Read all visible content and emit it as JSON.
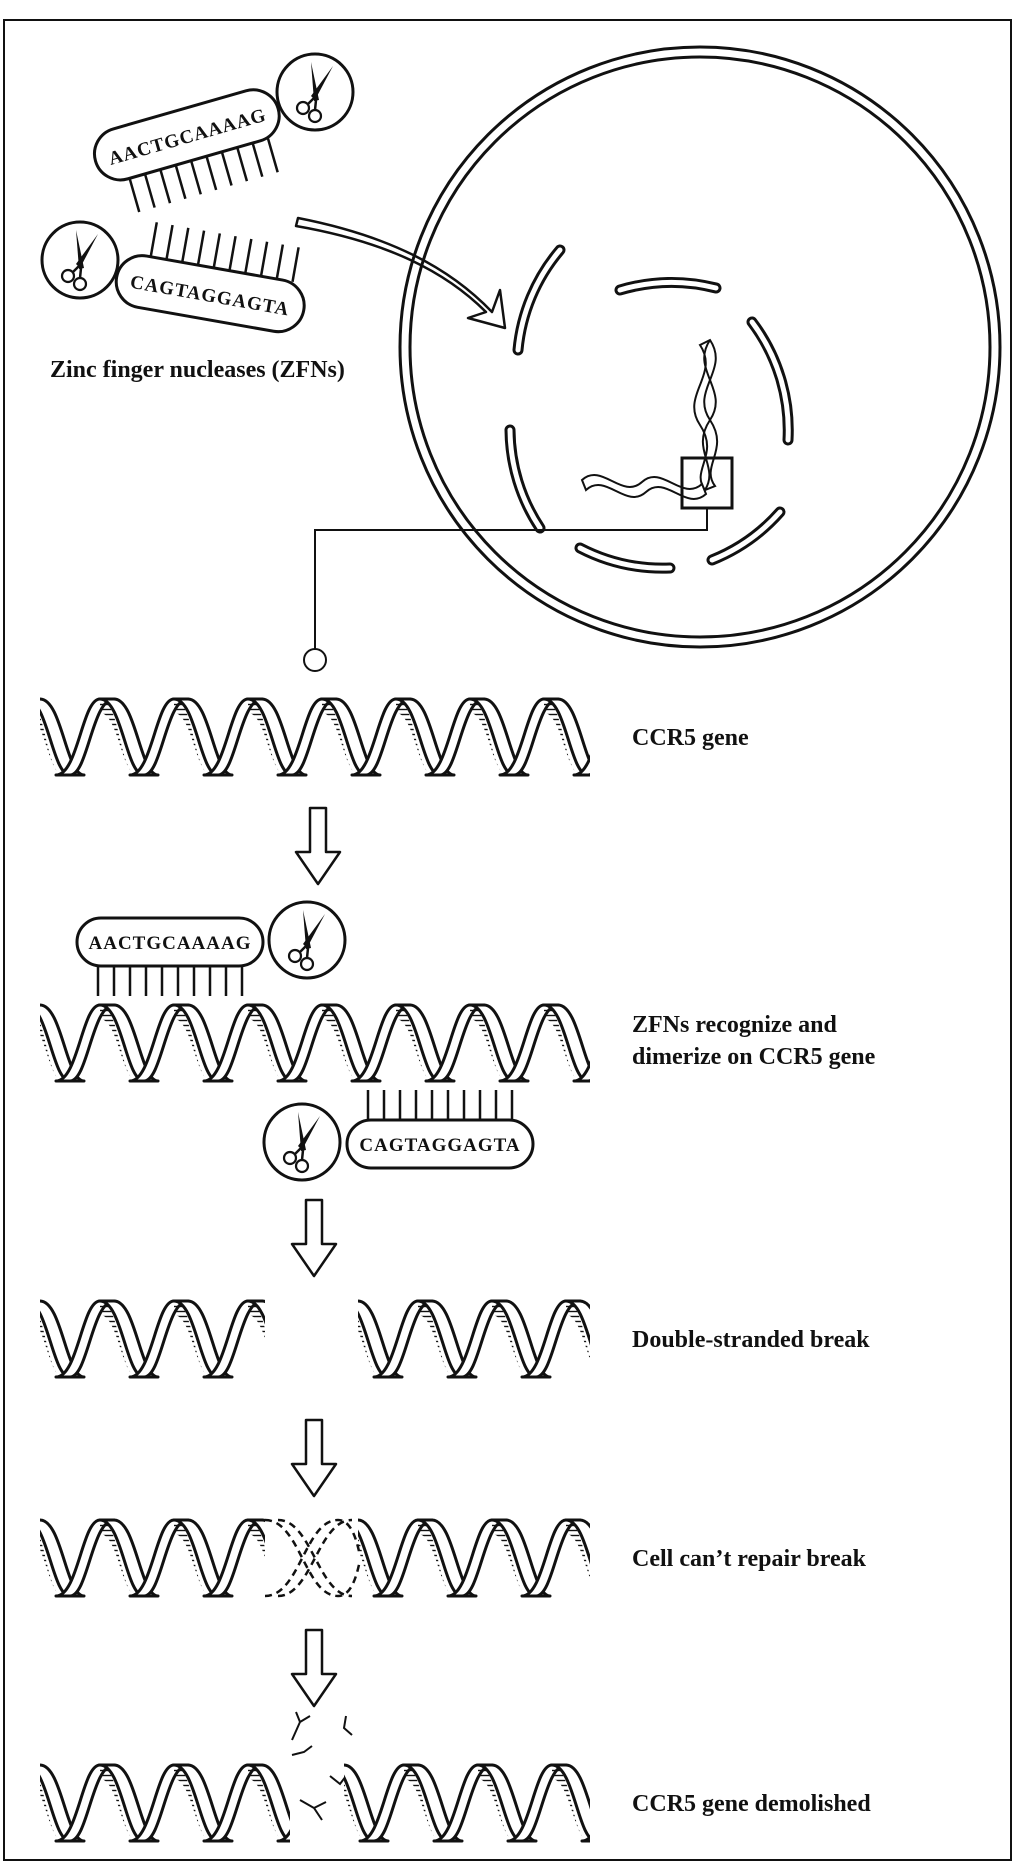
{
  "zfn": {
    "left_sequence": "AACTGCAAAAG",
    "right_sequence": "CAGTAGGAGTA",
    "caption": "Zinc finger nucleases (ZFNs)"
  },
  "steps": [
    {
      "label_lines": [
        "CCR5 gene"
      ]
    },
    {
      "label_lines": [
        "ZFNs recognize and",
        "dimerize on CCR5 gene"
      ]
    },
    {
      "label_lines": [
        "Double-stranded break"
      ]
    },
    {
      "label_lines": [
        "Cell can’t repair break"
      ]
    },
    {
      "label_lines": [
        "CCR5 gene demolished"
      ]
    }
  ],
  "icons": [
    "scissors-icon",
    "arrow-down-icon",
    "cell-nucleus-icon",
    "dna-helix-icon"
  ]
}
